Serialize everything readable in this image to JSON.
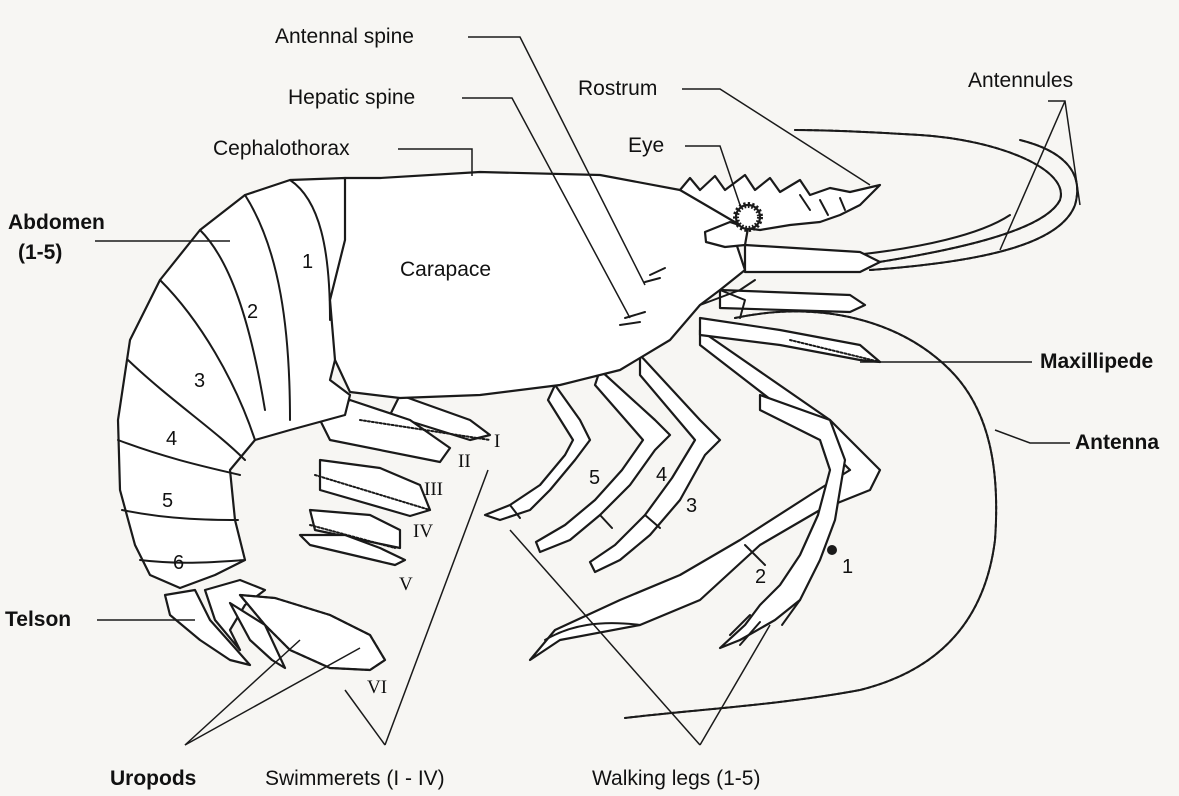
{
  "labels": {
    "antennal_spine": "Antennal spine",
    "hepatic_spine": "Hepatic spine",
    "rostrum": "Rostrum",
    "antennules": "Antennules",
    "eye": "Eye",
    "cephalothorax": "Cephalothorax",
    "abdomen_line1": "Abdomen",
    "abdomen_line2": "(1-5)",
    "carapace": "Carapace",
    "maxillipede": "Maxillipede",
    "antenna": "Antenna",
    "telson": "Telson",
    "uropods": "Uropods",
    "swimmerets": "Swimmerets (I - IV)",
    "walking_legs": "Walking legs (1-5)"
  },
  "segment_numbers": [
    "1",
    "2",
    "3",
    "4",
    "5",
    "6"
  ],
  "walking_leg_numbers": [
    "1",
    "2",
    "3",
    "4",
    "5"
  ],
  "swimmeret_numerals": [
    "I",
    "II",
    "III",
    "IV",
    "V",
    "VI"
  ],
  "colors": {
    "ink": "#1a1a1a",
    "background": "#f7f6f3"
  }
}
